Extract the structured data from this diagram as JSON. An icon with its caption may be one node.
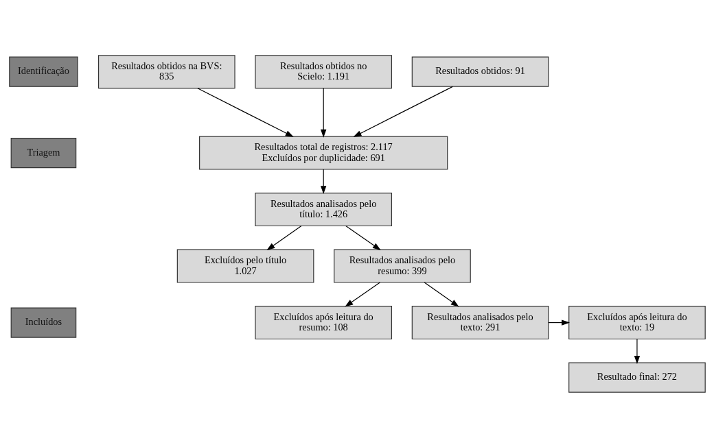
{
  "diagram": {
    "nodes": [
      {
        "text": [
          "Identificação"
        ]
      },
      {
        "text": [
          "Triagem"
        ]
      },
      {
        "text": [
          "Incluídos"
        ]
      },
      {
        "text": [
          "Resultados obtidos na BVS: 835"
        ]
      },
      {
        "text": [
          "Resultados obtidos no Scielo: 1.191"
        ]
      },
      {
        "text": [
          "Resultados obtidos: 91"
        ]
      },
      {
        "text": [
          "Resultados total de registros: 2.117",
          "Excluídos por duplicidade: 691"
        ]
      },
      {
        "text": [
          "Resultados analisados pelo título: 1.426"
        ]
      },
      {
        "text": [
          "Excluídos pelo título 1.027"
        ]
      },
      {
        "text": [
          "Resultados analisados pelo resumo: 399"
        ]
      },
      {
        "text": [
          "Excluídos após leitura do resumo: 108"
        ]
      },
      {
        "text": [
          "Resultados analisados pelo texto: 291"
        ]
      },
      {
        "text": [
          "Excluídos após leitura do texto: 19"
        ]
      },
      {
        "text": [
          "Resultado final: 272"
        ]
      }
    ],
    "edges": [
      {
        "from": 3,
        "to": 6,
        "arrow": "to"
      },
      {
        "from": 4,
        "to": 6,
        "arrow": "to"
      },
      {
        "from": 5,
        "to": 6,
        "arrow": "to"
      },
      {
        "from": 6,
        "to": 7,
        "arrow": "to"
      },
      {
        "from": 7,
        "to": 8,
        "arrow": "to"
      },
      {
        "from": 7,
        "to": 9,
        "arrow": "to"
      },
      {
        "from": 9,
        "to": 10,
        "arrow": "to"
      },
      {
        "from": 9,
        "to": 11,
        "arrow": "to"
      },
      {
        "from": 11,
        "to": 12,
        "arrow": "to"
      },
      {
        "from": 12,
        "to": 13,
        "arrow": "to"
      }
    ]
  }
}
